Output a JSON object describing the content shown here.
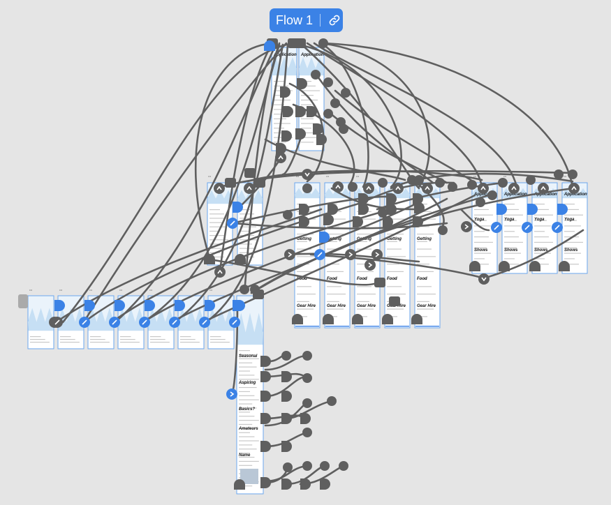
{
  "flow": {
    "label": "Flow 1",
    "link_icon": "link-icon"
  },
  "canvas": {
    "background": "#e5e5e5",
    "accent": "#3b82e6",
    "connector_color": "#5f5f5f"
  },
  "frames": {
    "top_titles": [
      "Application",
      "Application"
    ],
    "mid_titles": [
      "Getting",
      "Getting",
      "Getting",
      "Getting",
      "Getting"
    ],
    "mid_titles2": [
      "Food",
      "Food",
      "Food",
      "Food",
      "Food"
    ],
    "mid_titles3": [
      "Gear Hire",
      "Gear Hire",
      "Gear Hire",
      "Gear Hire",
      "Gear Hire"
    ],
    "right_titles": [
      "Application",
      "Application",
      "Application",
      "Application"
    ],
    "right_titles2": [
      "Yoga",
      "Yoga",
      "Yoga",
      "Yoga"
    ],
    "right_titles3": [
      "Shows",
      "Shows",
      "Shows",
      "Shows"
    ],
    "vertical_titles": [
      "Seasonal",
      "Aspiring",
      "Basics?",
      "Amateurs",
      "Name"
    ],
    "more_dots": "•••"
  }
}
